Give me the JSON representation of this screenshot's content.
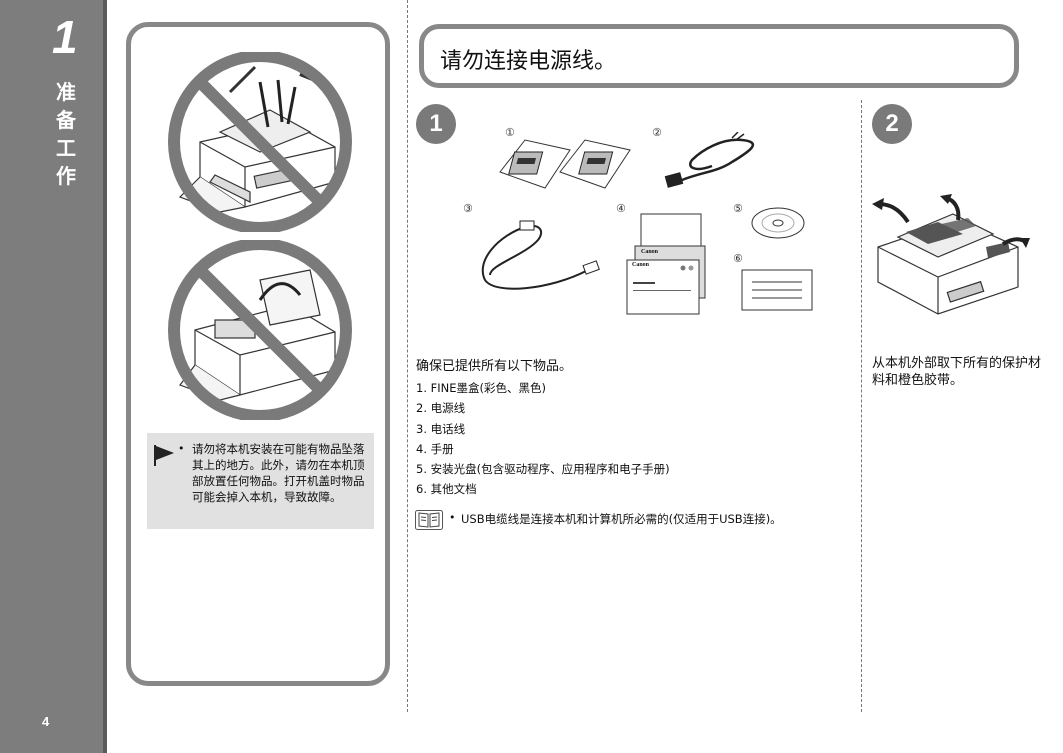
{
  "sidebar": {
    "step_number": "1",
    "chapter_title": "准备工作",
    "page_number": "4"
  },
  "warning": {
    "bullet": "•",
    "text": "请勿将本机安装在可能有物品坠落其上的地方。此外，请勿在本机顶部放置任何物品。打开机盖时物品可能会掉入本机，导致故障。"
  },
  "title": "请勿连接电源线。",
  "step1": {
    "number": "1",
    "item_markers": [
      "①",
      "②",
      "③",
      "④",
      "⑤",
      "⑥"
    ],
    "manual_brand": "Canon",
    "intro": "确保已提供所有以下物品。",
    "items": [
      "1. FINE墨盒(彩色、黑色)",
      "2. 电源线",
      "3. 电话线",
      "4. 手册",
      "5. 安装光盘(包含驱动程序、应用程序和电子手册)",
      "6. 其他文档"
    ],
    "note_bullet": "•",
    "note": "USB电缆线是连接本机和计算机所必需的(仅适用于USB连接)。"
  },
  "step2": {
    "number": "2",
    "text": "从本机外部取下所有的保护材料和橙色胶带。"
  }
}
